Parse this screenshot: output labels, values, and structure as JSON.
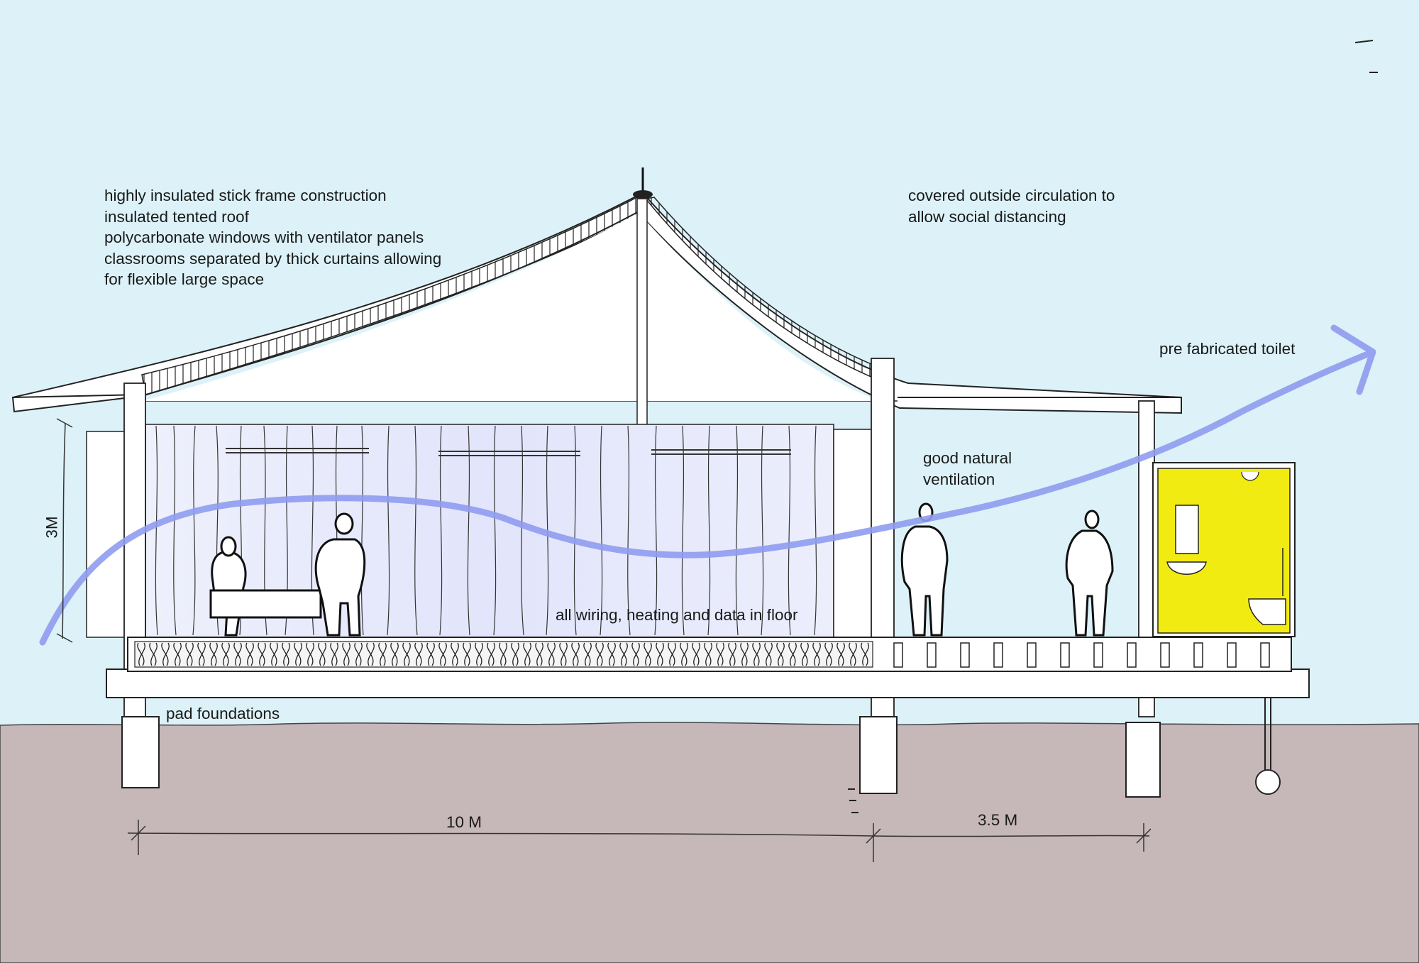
{
  "annotations": {
    "construction": [
      "highly insulated stick frame construction",
      "insulated tented roof",
      "polycarbonate windows with ventilator panels",
      "classrooms separated by thick curtains allowing",
      "for flexible large space"
    ],
    "circulation": [
      "covered outside circulation to",
      "allow social distancing"
    ],
    "toilet": "pre fabricated toilet",
    "ventilation": [
      "good natural",
      "ventilation"
    ],
    "floor": "all wiring, heating and data in floor",
    "foundations": "pad foundations"
  },
  "dimensions": {
    "height": "3M",
    "classroom_width": "10 M",
    "circulation_width": "3.5 M"
  },
  "colors": {
    "sky": "#dcf2f8",
    "ground": "#c6b7b8",
    "airflow_arrow": "#8f9cf0",
    "toilet_pod": "#f2eb12",
    "ink": "#1a1a1a",
    "curtain_tint": "#e6e8fb"
  }
}
